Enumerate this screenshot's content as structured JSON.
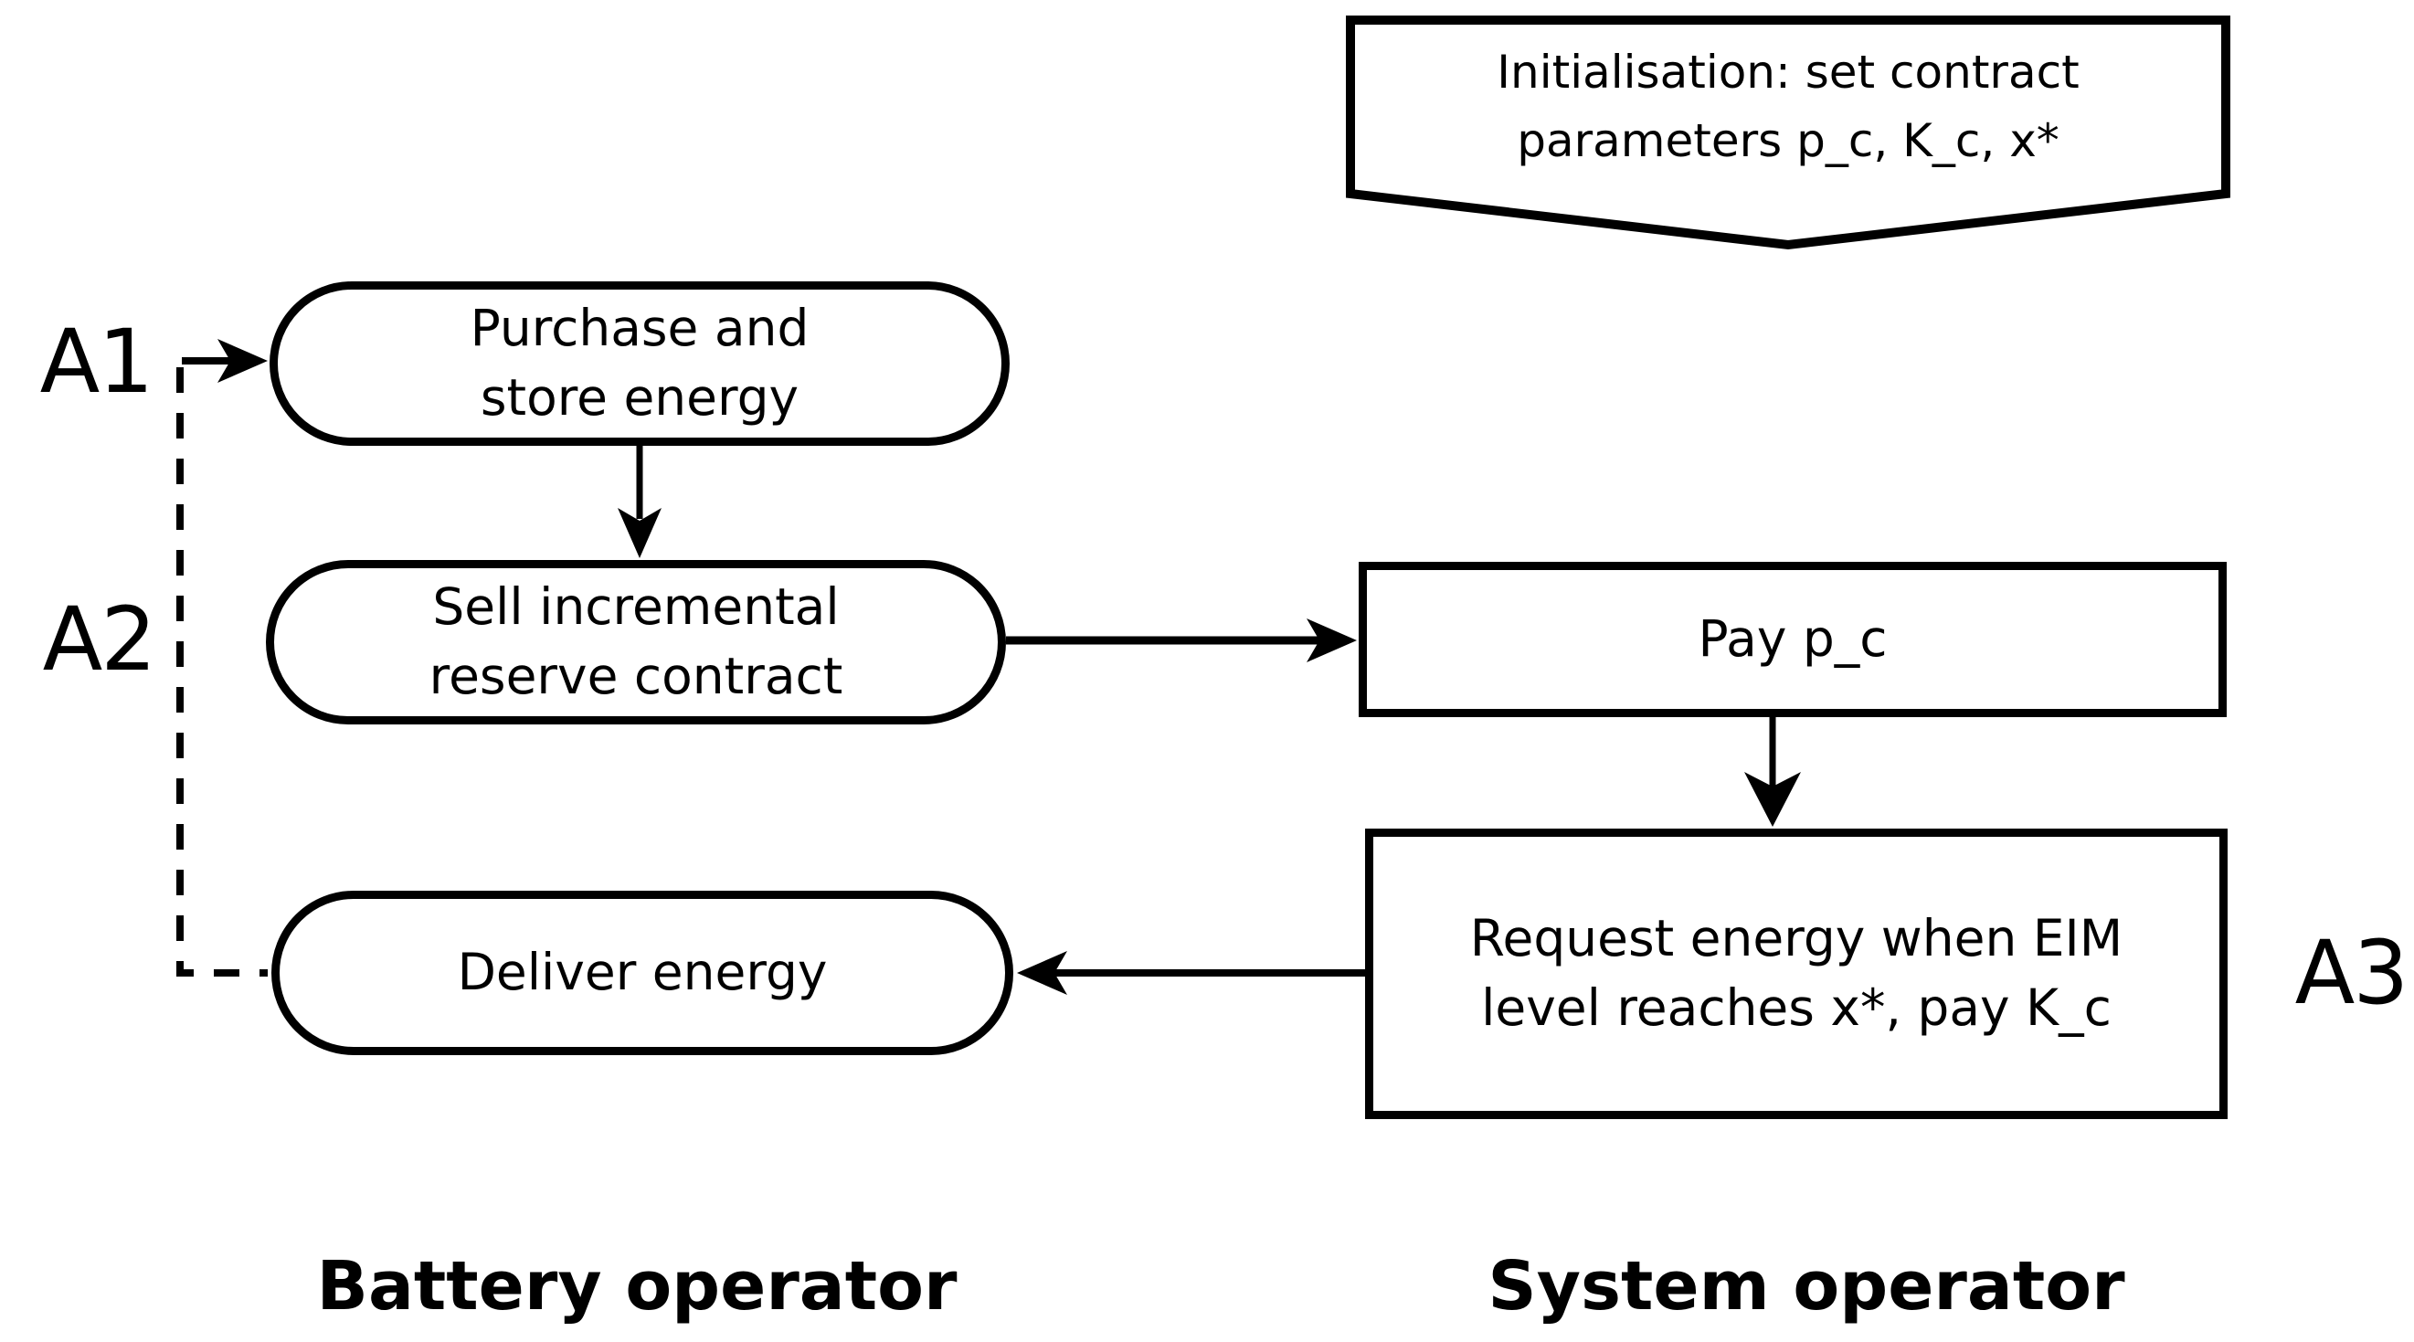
{
  "diagram": {
    "banner": {
      "text": "Initialisation: set contract\nparameters p_c, K_c, x*"
    },
    "battery_lane": {
      "label": "Battery operator",
      "steps": {
        "purchase": "Purchase and\nstore energy",
        "sell": "Sell incremental\nreserve contract",
        "deliver": "Deliver energy"
      }
    },
    "system_lane": {
      "label": "System operator",
      "steps": {
        "pay": "Pay p_c",
        "request": "Request energy when EIM\nlevel reaches x*, pay K_c"
      }
    },
    "phase_labels": {
      "a1": "A1",
      "a2": "A2",
      "a3": "A3"
    },
    "colors": {
      "ink": "#000000",
      "background": "#ffffff"
    }
  }
}
